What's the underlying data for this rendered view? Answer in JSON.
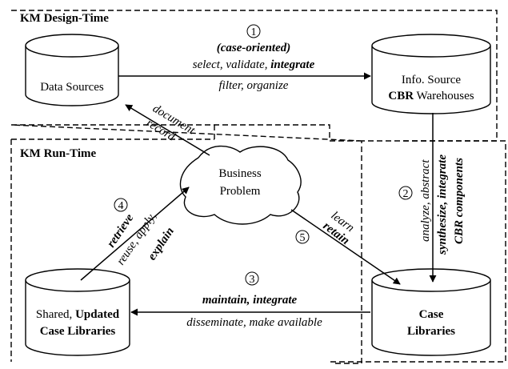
{
  "regions": {
    "design_time": "KM Design-Time",
    "run_time": "KM Run-Time"
  },
  "nodes": {
    "data_sources": "Data Sources",
    "warehouse_line1": "Info. Source",
    "warehouse_line2_bold": "CBR",
    "warehouse_line2_rest": " Warehouses",
    "business_line1": "Business",
    "business_line2": "Problem",
    "shared_line1_plain": "Shared, ",
    "shared_line1_bold": "Updated",
    "shared_line2": "Case Libraries",
    "case_line1": "Case",
    "case_line2": "Libraries"
  },
  "steps": {
    "s1": {
      "number": "1",
      "line1": "(case-oriented)",
      "line2_plain": "select, validate, ",
      "line2_bold": "integrate",
      "line3": "filter, organize"
    },
    "s2": {
      "number": "2",
      "line1": "analyze, abstract",
      "line2": "synthesize, integrate",
      "line3": "CBR components"
    },
    "s3": {
      "number": "3",
      "line1": "maintain, integrate",
      "line2": "disseminate, make available"
    },
    "s4": {
      "number": "4",
      "line1": "retrieve",
      "line2": "reuse, apply,",
      "line3": "explain"
    },
    "s5": {
      "number": "5",
      "line1": "learn",
      "line2": "retain"
    },
    "feedback": {
      "line1": "document",
      "line2": "record"
    }
  }
}
